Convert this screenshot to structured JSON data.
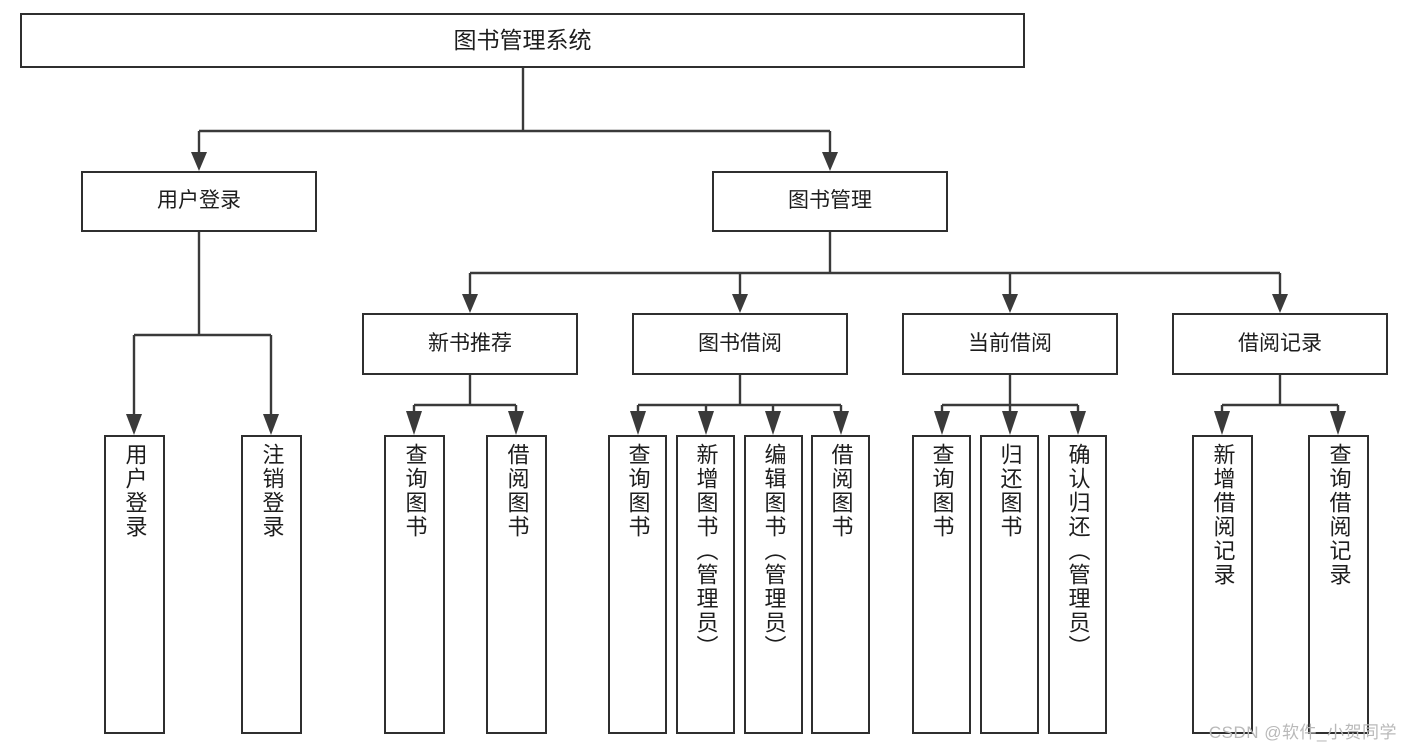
{
  "diagram": {
    "title": "图书管理系统",
    "type": "hierarchy-tree",
    "root": {
      "label": "图书管理系统"
    },
    "level2": [
      {
        "label": "用户登录"
      },
      {
        "label": "图书管理"
      }
    ],
    "level3": [
      {
        "label": "新书推荐"
      },
      {
        "label": "图书借阅"
      },
      {
        "label": "当前借阅"
      },
      {
        "label": "借阅记录"
      }
    ],
    "leaves": {
      "user_login": [
        {
          "label": "用户登录"
        },
        {
          "label": "注销登录"
        }
      ],
      "new_book_recommend": [
        {
          "label": "查询图书"
        },
        {
          "label": "借阅图书"
        }
      ],
      "book_borrow": [
        {
          "label": "查询图书"
        },
        {
          "label": "新增图书（管理员）"
        },
        {
          "label": "编辑图书（管理员）"
        },
        {
          "label": "借阅图书"
        }
      ],
      "current_borrow": [
        {
          "label": "查询图书"
        },
        {
          "label": "归还图书"
        },
        {
          "label": "确认归还（管理员）"
        }
      ],
      "borrow_record": [
        {
          "label": "新增借阅记录"
        },
        {
          "label": "查询借阅记录"
        }
      ]
    }
  },
  "watermark": {
    "text": "CSDN @软件_小贺同学"
  },
  "colors": {
    "border": "#2f2f2f",
    "connector": "#3a3a3a",
    "text": "#1d1d1d",
    "background": "#ffffff",
    "watermark": "#b9b9b9"
  }
}
